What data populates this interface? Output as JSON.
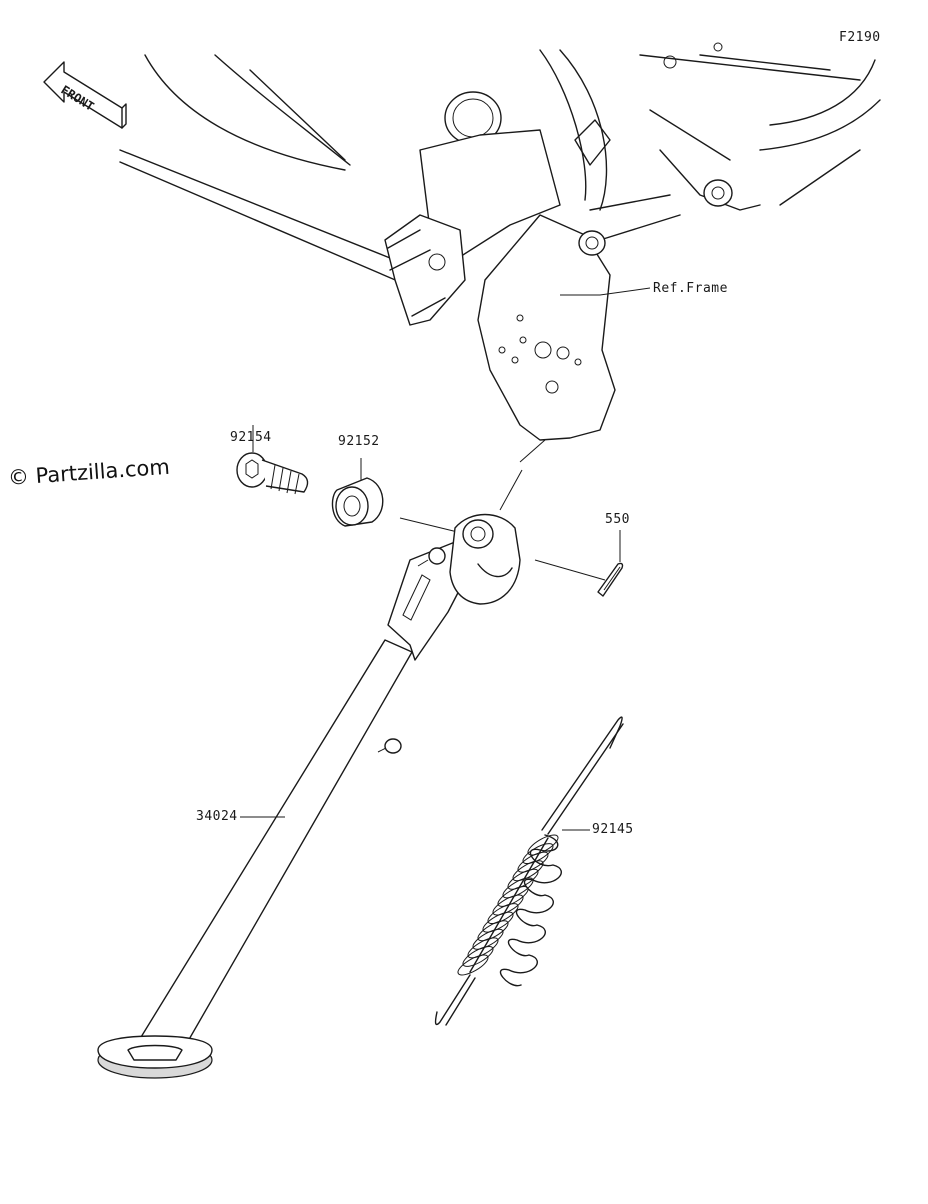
{
  "diagram_code": "F2190",
  "watermark": "© Partzilla.com",
  "front_arrow_text": "FRONT",
  "reference_label": "Ref.Frame",
  "parts": [
    {
      "id": "bolt",
      "number": "92154"
    },
    {
      "id": "collar",
      "number": "92152"
    },
    {
      "id": "cotter-pin",
      "number": "550"
    },
    {
      "id": "spring",
      "number": "92145"
    },
    {
      "id": "side-stand",
      "number": "34024"
    }
  ]
}
